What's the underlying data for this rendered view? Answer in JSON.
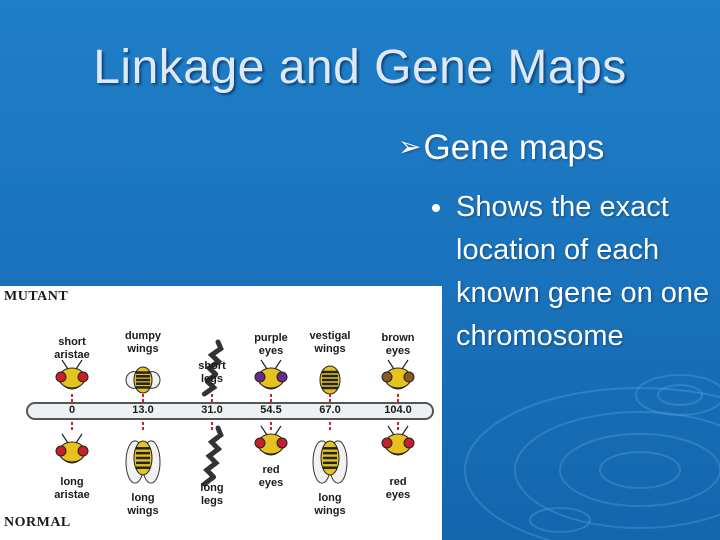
{
  "slide": {
    "title": "Linkage and Gene Maps",
    "bullet1": {
      "marker": "➢",
      "text": "Gene maps"
    },
    "bullet2": {
      "text": "Shows the exact location of each known gene on one chromosome"
    }
  },
  "gene_map": {
    "mutant_label": "MUTANT",
    "normal_label": "NORMAL",
    "positions": [
      "0",
      "13.0",
      "31.0",
      "54.5",
      "67.0",
      "104.0"
    ],
    "mutant_traits": [
      [
        "short",
        "aristae"
      ],
      [
        "dumpy",
        "wings"
      ],
      [
        "short",
        "legs"
      ],
      [
        "purple",
        "eyes"
      ],
      [
        "vestigal",
        "wings"
      ],
      [
        "brown",
        "eyes"
      ]
    ],
    "normal_traits": [
      [
        "long",
        "aristae"
      ],
      [
        "long",
        "wings"
      ],
      [
        "long",
        "legs"
      ],
      [
        "red",
        "eyes"
      ],
      [
        "long",
        "wings"
      ],
      [
        "red",
        "eyes"
      ]
    ]
  },
  "colors": {
    "background": "#1a74bd",
    "title": "#dfe9f5",
    "text": "#ffffff",
    "red_eye": "#c8202a",
    "purple_eye": "#6a2a8a",
    "brown_eye": "#8a5a20",
    "fly_body": "#e6c21e"
  }
}
